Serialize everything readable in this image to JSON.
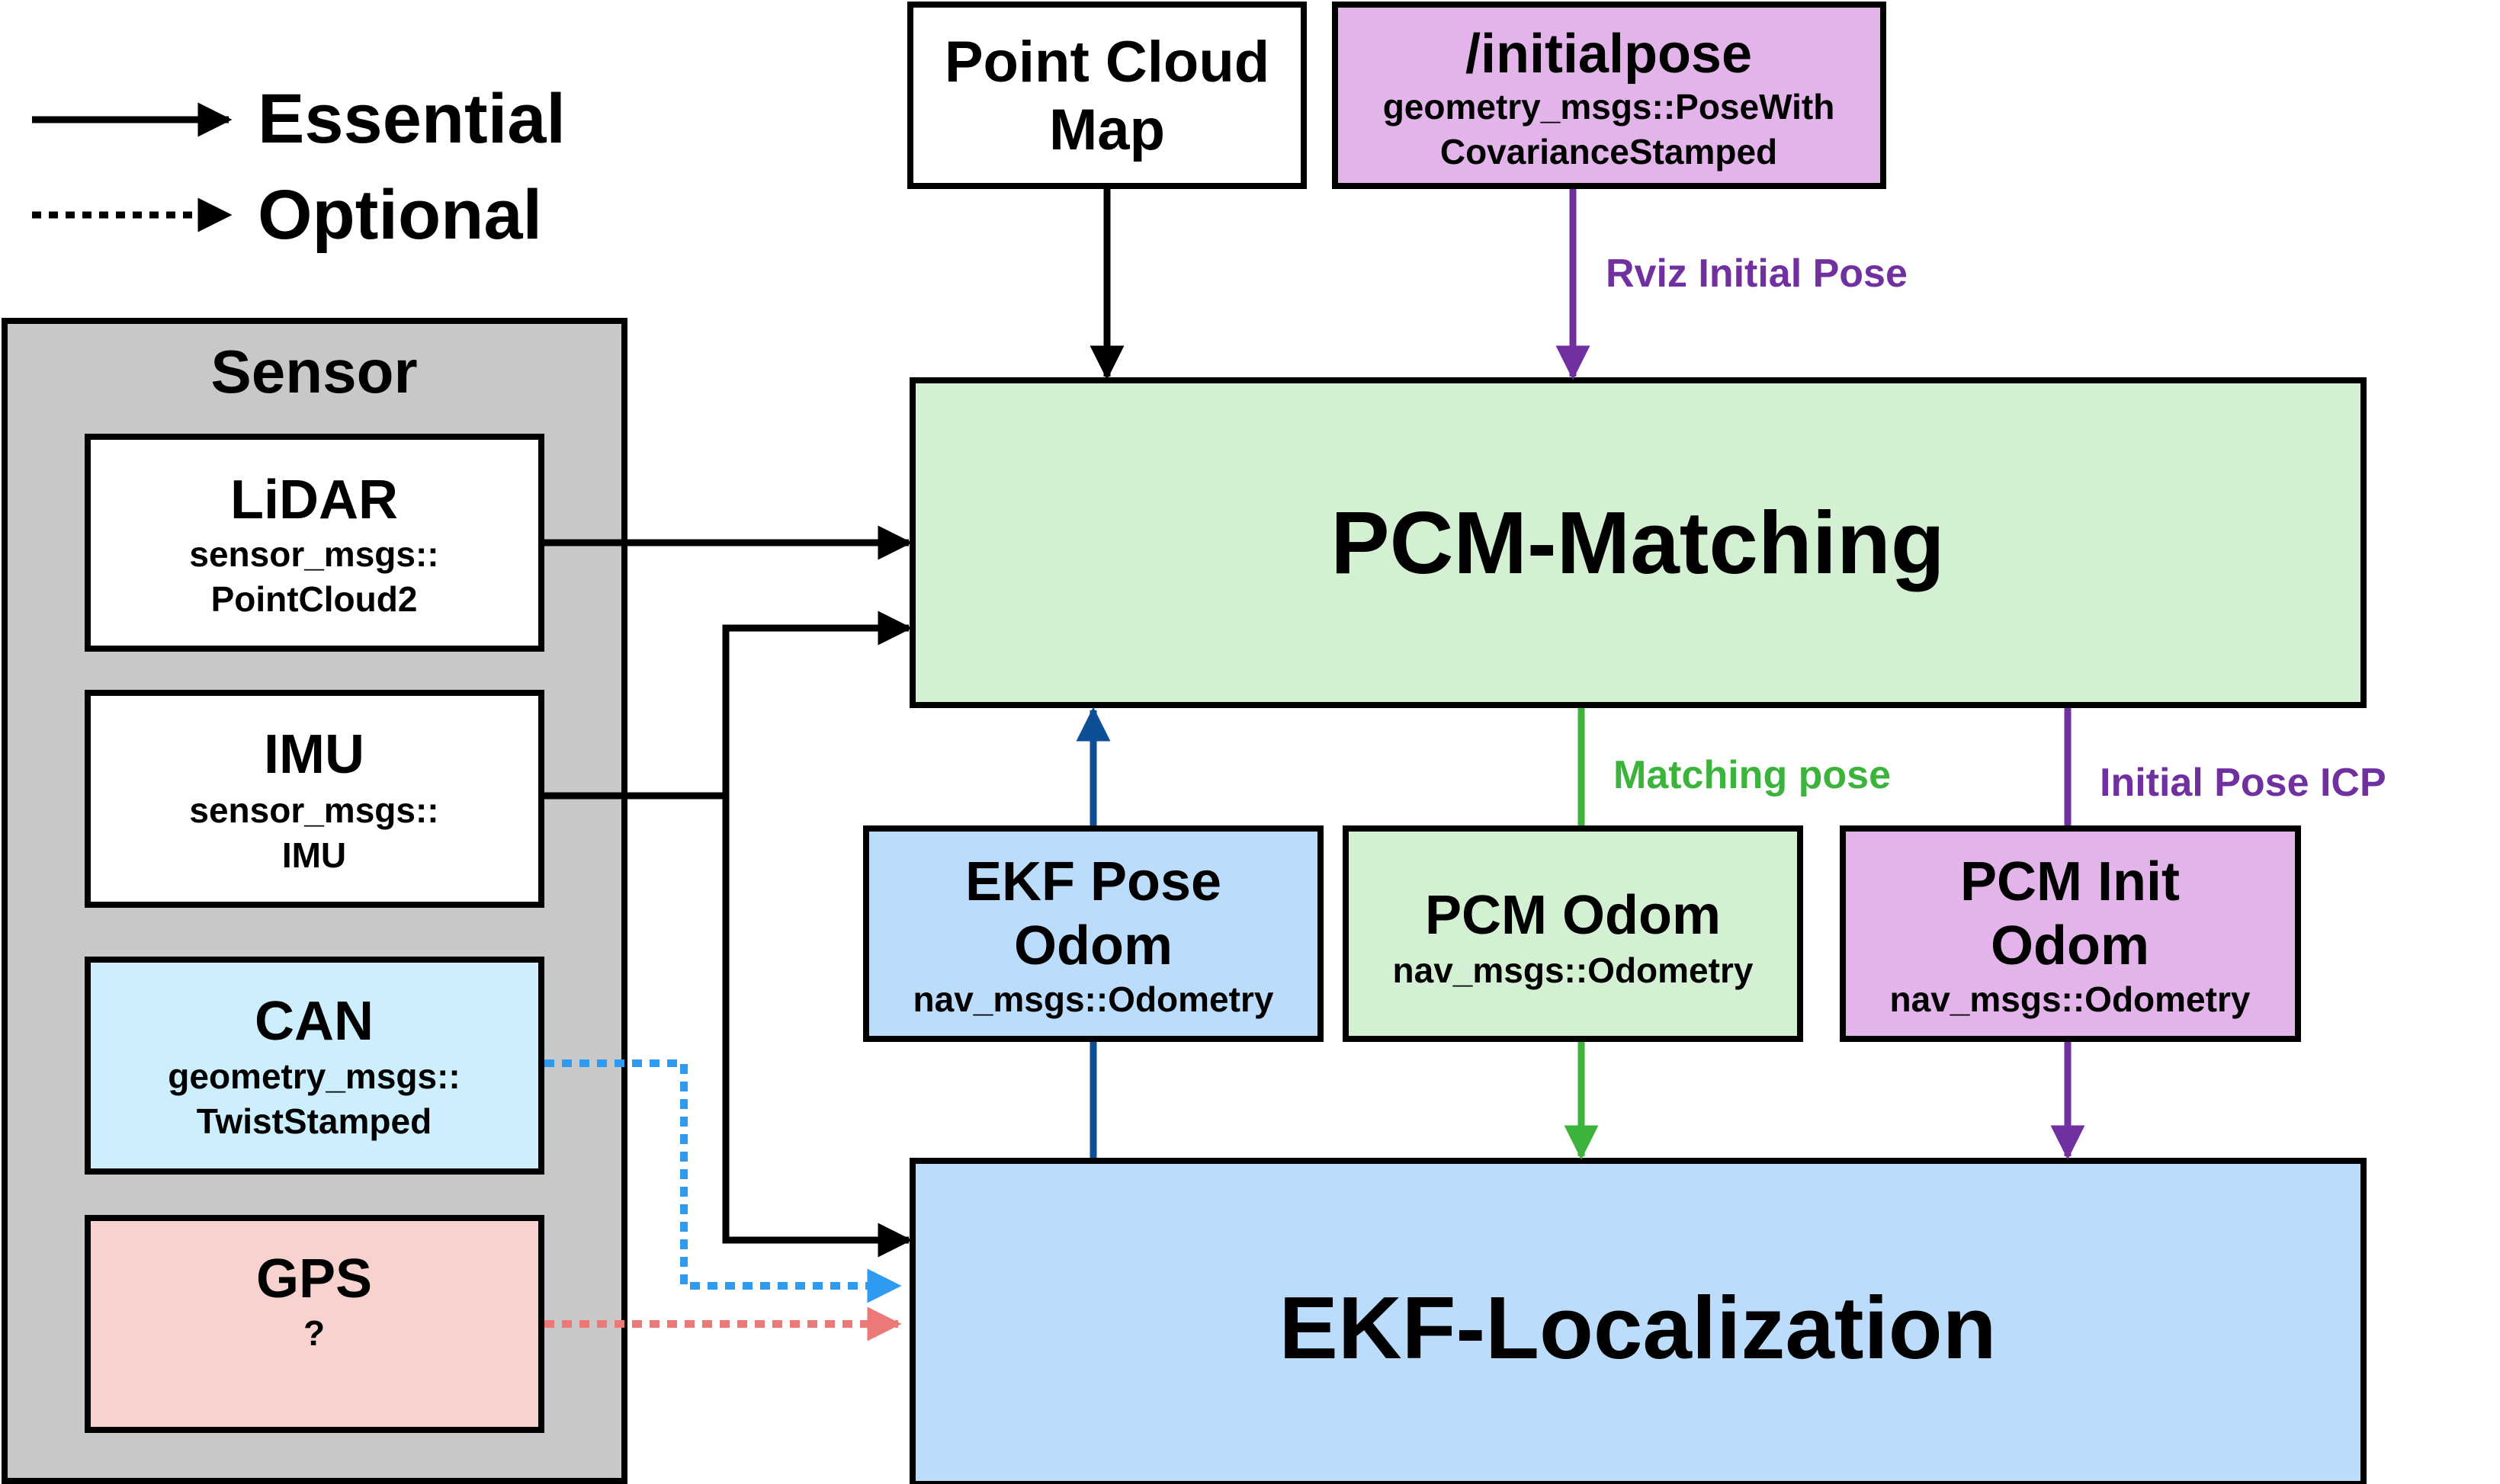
{
  "legend": {
    "essential": "Essential",
    "optional": "Optional"
  },
  "sensor_group": {
    "title": "Sensor",
    "lidar": {
      "title": "LiDAR",
      "type_line1": "sensor_msgs::",
      "type_line2": "PointCloud2"
    },
    "imu": {
      "title": "IMU",
      "type_line1": "sensor_msgs::",
      "type_line2": "IMU"
    },
    "can": {
      "title": "CAN",
      "type_line1": "geometry_msgs::",
      "type_line2": "TwistStamped"
    },
    "gps": {
      "title": "GPS",
      "type_line1": "?"
    }
  },
  "nodes": {
    "point_cloud_map": {
      "line1": "Point Cloud",
      "line2": "Map"
    },
    "initialpose": {
      "title": "/initialpose",
      "type_line1": "geometry_msgs::PoseWith",
      "type_line2": "CovarianceStamped"
    },
    "pcm_matching": {
      "title": "PCM-Matching"
    },
    "ekf_localization": {
      "title": "EKF-Localization"
    },
    "ekf_pose_odom": {
      "line1": "EKF Pose",
      "line2": "Odom",
      "type": "nav_msgs::Odometry"
    },
    "pcm_odom": {
      "line1": "PCM Odom",
      "type": "nav_msgs::Odometry"
    },
    "pcm_init_odom": {
      "line1": "PCM Init",
      "line2": "Odom",
      "type": "nav_msgs::Odometry"
    }
  },
  "edge_labels": {
    "rviz_initial_pose": "Rviz Initial Pose",
    "matching_pose": "Matching pose",
    "initial_pose_icp": "Initial Pose ICP"
  },
  "colors": {
    "sensor_bg": "#c8c8c8",
    "pcm_green_fill": "#d3f0d3",
    "ekf_blue_fill": "#bbddfb",
    "can_fill": "#cdeefc",
    "gps_fill": "#f8d2cf",
    "purple_fill": "#e2b4e9",
    "purple_line": "#7030a0",
    "green_line": "#3cb43c",
    "navy_line": "#0c4f96",
    "blue_dotted": "#2e9bf0",
    "red_dotted": "#ec7878"
  }
}
